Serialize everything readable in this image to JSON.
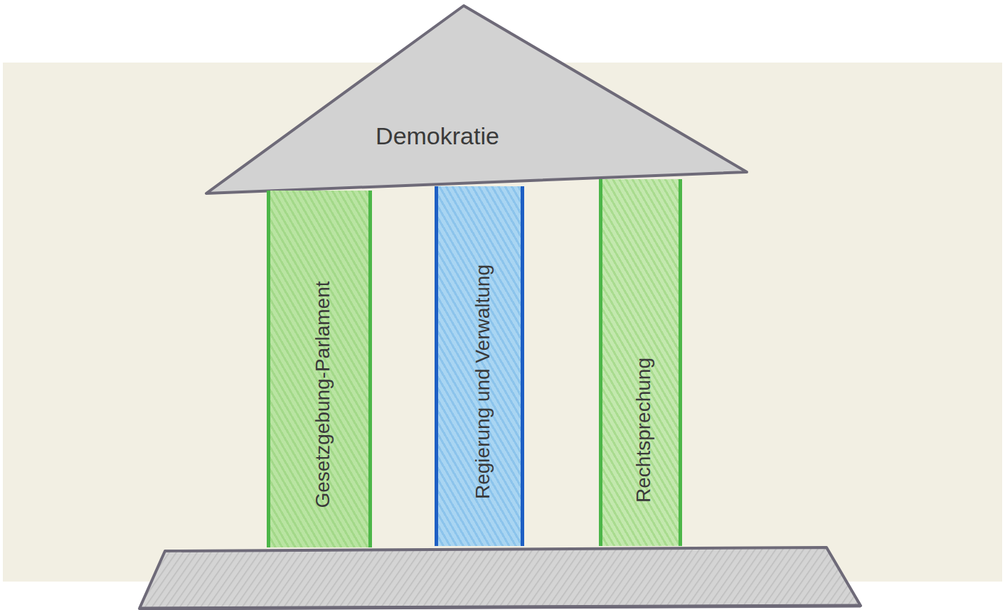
{
  "diagram": {
    "nodes": [
      {
        "text": [
          "Demokratie"
        ]
      },
      {
        "text": [
          "Gesetzgebung-Parlament"
        ]
      },
      {
        "text": [
          "Regierung und Verwaltung"
        ]
      },
      {
        "text": [
          "Rechtsprechung"
        ]
      }
    ]
  }
}
